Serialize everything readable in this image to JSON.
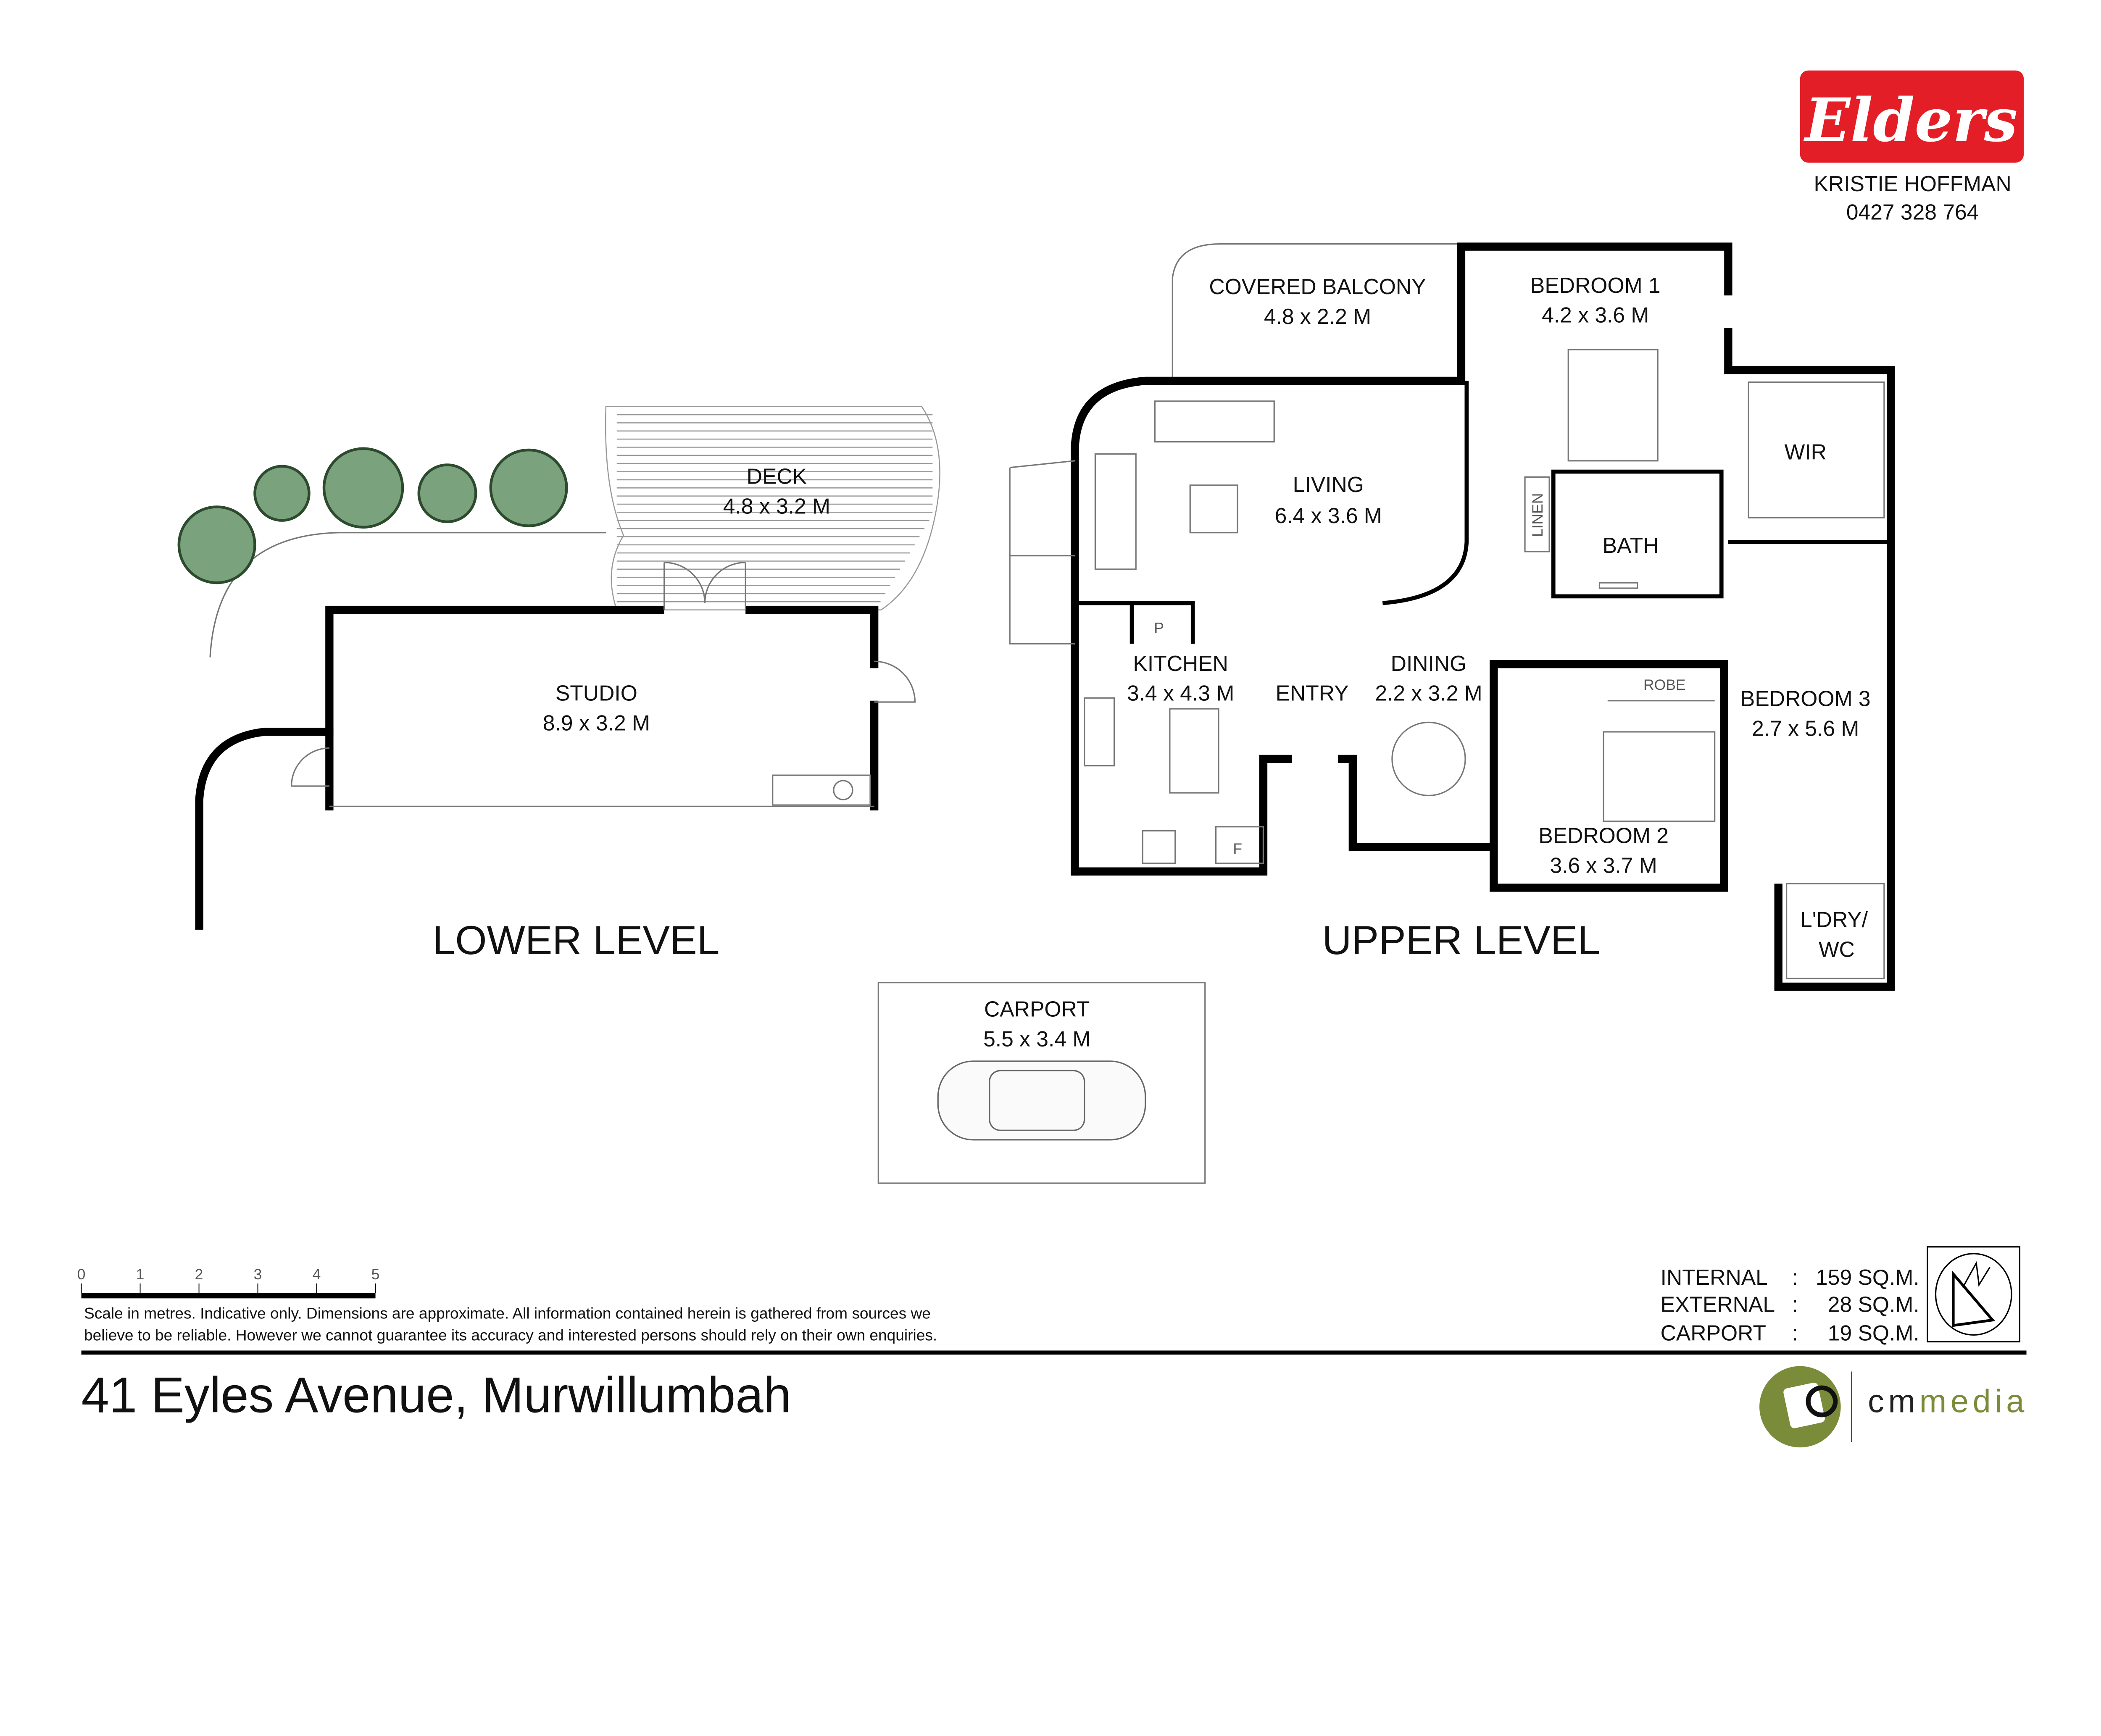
{
  "agent": {
    "brand": "Elders",
    "name": "KRISTIE HOFFMAN",
    "phone": "0427 328 764",
    "brand_color": "#e41e26"
  },
  "levels": {
    "lower": "LOWER LEVEL",
    "upper": "UPPER LEVEL"
  },
  "rooms": {
    "deck": {
      "name": "DECK",
      "size": "4.8 x 3.2 M"
    },
    "studio": {
      "name": "STUDIO",
      "size": "8.9 x 3.2 M"
    },
    "balcony": {
      "name": "COVERED BALCONY",
      "size": "4.8 x 2.2 M"
    },
    "bedroom1": {
      "name": "BEDROOM 1",
      "size": "4.2 x 3.6 M"
    },
    "wir": {
      "name": "WIR"
    },
    "living": {
      "name": "LIVING",
      "size": "6.4 x 3.6 M"
    },
    "linen": {
      "name": "LINEN"
    },
    "bath": {
      "name": "BATH"
    },
    "kitchen": {
      "name": "KITCHEN",
      "size": "3.4 x 4.3 M"
    },
    "entry": {
      "name": "ENTRY"
    },
    "dining": {
      "name": "DINING",
      "size": "2.2 x 3.2 M"
    },
    "robe": {
      "name": "ROBE"
    },
    "bedroom3": {
      "name": "BEDROOM 3",
      "size": "2.7 x 5.6 M"
    },
    "bedroom2": {
      "name": "BEDROOM 2",
      "size": "3.6 x 3.7 M"
    },
    "laundry": {
      "name_line1": "L'DRY/",
      "name_line2": "WC"
    },
    "carport": {
      "name": "CARPORT",
      "size": "5.5 x 3.4 M"
    },
    "pantry": {
      "name": "P"
    },
    "fridge": {
      "name": "F"
    }
  },
  "scale": {
    "ticks": [
      "0",
      "1",
      "2",
      "3",
      "4",
      "5"
    ]
  },
  "disclaimer": {
    "line1": "Scale in metres.  Indicative only.  Dimensions are approximate.  All information contained herein is gathered from sources we",
    "line2": "believe to be reliable.  However we cannot guarantee its accuracy and interested persons should rely on their own enquiries."
  },
  "address": "41 Eyles Avenue, Murwillumbah",
  "areas": [
    {
      "label": "INTERNAL",
      "sep": ":",
      "value": "159 SQ.M."
    },
    {
      "label": "EXTERNAL",
      "sep": ":",
      "value": "28 SQ.M."
    },
    {
      "label": "CARPORT",
      "sep": ":",
      "value": "19 SQ.M."
    }
  ],
  "credit": {
    "brand_part1": "cm",
    "brand_part2": "media",
    "color": "#7a8c3a"
  }
}
